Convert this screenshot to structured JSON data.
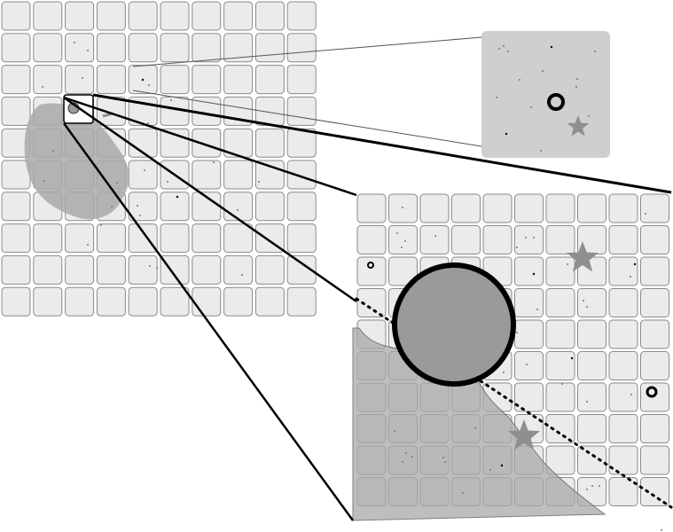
{
  "figure": {
    "main_grid": {
      "rows": 10,
      "cols": 10,
      "cell_fill": "#ebebeb",
      "cell_stroke": "#8a8a8a"
    },
    "zoom_grid": {
      "rows": 10,
      "cols": 10,
      "cell_fill": "#ebebeb",
      "cell_stroke": "#8a8a8a"
    },
    "inset_panel": {
      "fill": "#cfcfcf"
    },
    "colors": {
      "shadow_region": "#a9a9a9",
      "circle_fill": "#9a9a9a",
      "star_fill": "#8f8f8f",
      "lines": "#000000",
      "dots": "#777777"
    },
    "icons": [
      "star-icon",
      "ring-icon",
      "circle-marker"
    ]
  }
}
